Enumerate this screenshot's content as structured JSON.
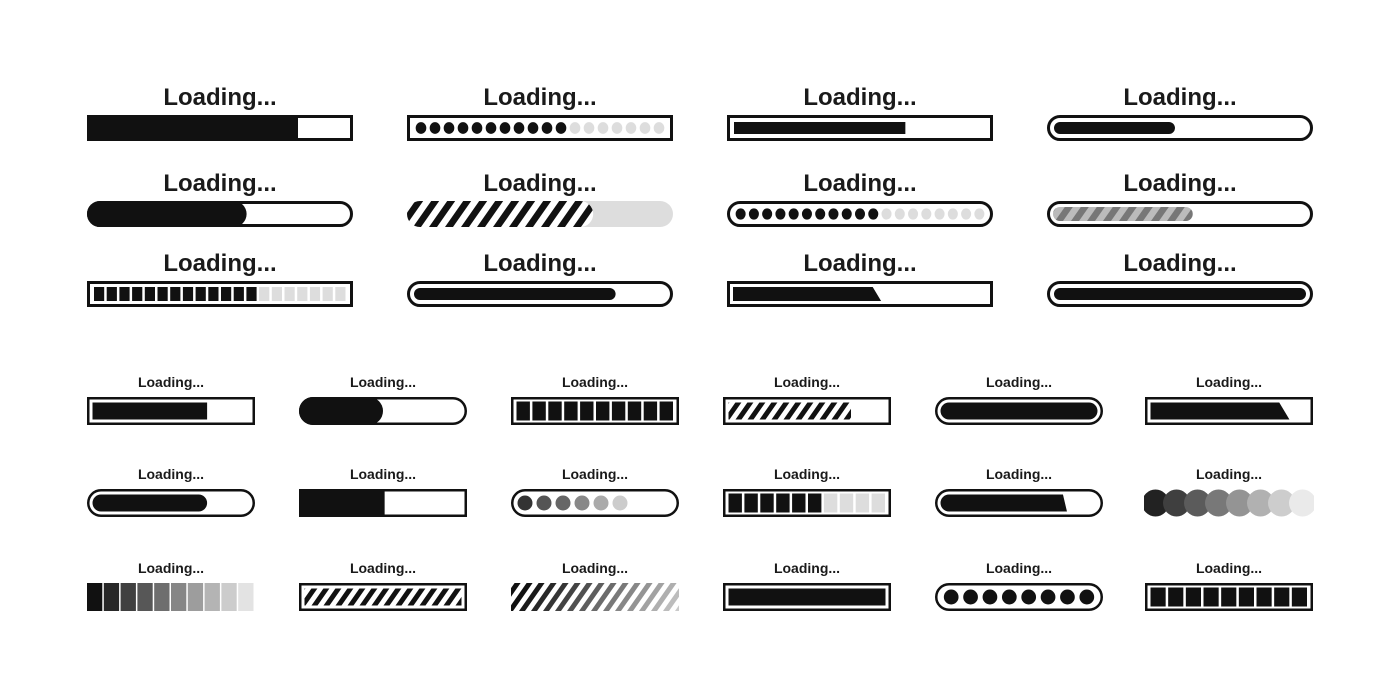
{
  "label": "Loading...",
  "colors": {
    "ink": "#111111",
    "light": "#dddddd",
    "bg": "#ffffff"
  },
  "large_set": [
    {
      "name": "loader-square-solid",
      "style": "square-solid",
      "progress": 0.8
    },
    {
      "name": "loader-square-dots",
      "style": "square-dots",
      "progress": 0.61,
      "dots": 18
    },
    {
      "name": "loader-square-inset",
      "style": "square-inset",
      "progress": 0.68
    },
    {
      "name": "loader-pill-inset",
      "style": "pill-inset",
      "progress": 0.48
    },
    {
      "name": "loader-pill-solid",
      "style": "pill-solid",
      "progress": 0.6
    },
    {
      "name": "loader-stripe-flat",
      "style": "stripe-flat",
      "progress": 0.7
    },
    {
      "name": "loader-pill-dots",
      "style": "pill-dots",
      "progress": 0.6,
      "dots": 19
    },
    {
      "name": "loader-pill-stripe",
      "style": "pill-stripe",
      "progress": 0.55
    },
    {
      "name": "loader-square-segments",
      "style": "square-segments",
      "progress": 0.65,
      "segments": 20
    },
    {
      "name": "loader-pill-inset-2",
      "style": "pill-inset",
      "progress": 0.8
    },
    {
      "name": "loader-square-slant",
      "style": "square-slant",
      "progress": 0.55
    },
    {
      "name": "loader-pill-full",
      "style": "pill-inset",
      "progress": 1.0
    }
  ],
  "small_set": [
    {
      "name": "mini-square-inset",
      "style": "square-inset",
      "progress": 0.73
    },
    {
      "name": "mini-pill-solid",
      "style": "pill-solid",
      "progress": 0.5
    },
    {
      "name": "mini-square-blocks",
      "style": "square-blocks",
      "progress": 1.0,
      "segments": 10
    },
    {
      "name": "mini-square-stripe",
      "style": "square-stripe",
      "progress": 0.78
    },
    {
      "name": "mini-pill-full",
      "style": "pill-inset",
      "progress": 1.0
    },
    {
      "name": "mini-square-slant",
      "style": "square-slant",
      "progress": 0.82
    },
    {
      "name": "mini-pill-inset",
      "style": "pill-inset",
      "progress": 0.73
    },
    {
      "name": "mini-square-solid",
      "style": "square-solid",
      "progress": 0.51
    },
    {
      "name": "mini-pill-fade-dots",
      "style": "pill-fade-dots",
      "progress": 0.85,
      "dots": 6
    },
    {
      "name": "mini-square-segments",
      "style": "square-segments",
      "progress": 0.58,
      "segments": 10
    },
    {
      "name": "mini-pill-slant",
      "style": "pill-slant",
      "progress": 0.78
    },
    {
      "name": "mini-free-dots",
      "style": "free-dots",
      "progress": 1.0,
      "dots": 8
    },
    {
      "name": "mini-gradient-blocks",
      "style": "gradient-blocks",
      "progress": 1.0,
      "segments": 10
    },
    {
      "name": "mini-square-stripe-full",
      "style": "square-stripe",
      "progress": 1.0
    },
    {
      "name": "mini-stripe-flat-fade",
      "style": "stripe-fade",
      "progress": 1.0
    },
    {
      "name": "mini-square-full",
      "style": "square-inset",
      "progress": 1.0
    },
    {
      "name": "mini-pill-dots-full",
      "style": "pill-dots",
      "progress": 1.0,
      "dots": 8
    },
    {
      "name": "mini-square-blocks-full",
      "style": "square-blocks",
      "progress": 1.0,
      "segments": 9
    }
  ]
}
